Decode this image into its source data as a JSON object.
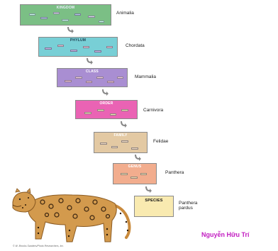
{
  "levels": [
    {
      "label": "KINGDOM",
      "taxon": "Animalia",
      "color": "#7bbf85"
    },
    {
      "label": "PHYLUM",
      "taxon": "Chordata",
      "color": "#78cfd6"
    },
    {
      "label": "CLASS",
      "taxon": "Mammalia",
      "color": "#a98ed2"
    },
    {
      "label": "ORDER",
      "taxon": "Carnivora",
      "color": "#ea63b4"
    },
    {
      "label": "FAMILY",
      "taxon": "Felidae",
      "color": "#e3c9a3"
    },
    {
      "label": "GENUS",
      "taxon": "Panthera",
      "color": "#f2ad8e"
    },
    {
      "label": "SPECIES",
      "taxon_line1": "Panthera",
      "taxon_line2": "pardus",
      "color": "#f9eab0"
    }
  ],
  "watermark": "Nguyễn Hữu Trí",
  "credit": "© W. Brooks Sanders/Photo Researchers, Inc.",
  "icons": {
    "arrow": "curved-down-arrow-icon",
    "leopard": "leopard-illustration"
  }
}
